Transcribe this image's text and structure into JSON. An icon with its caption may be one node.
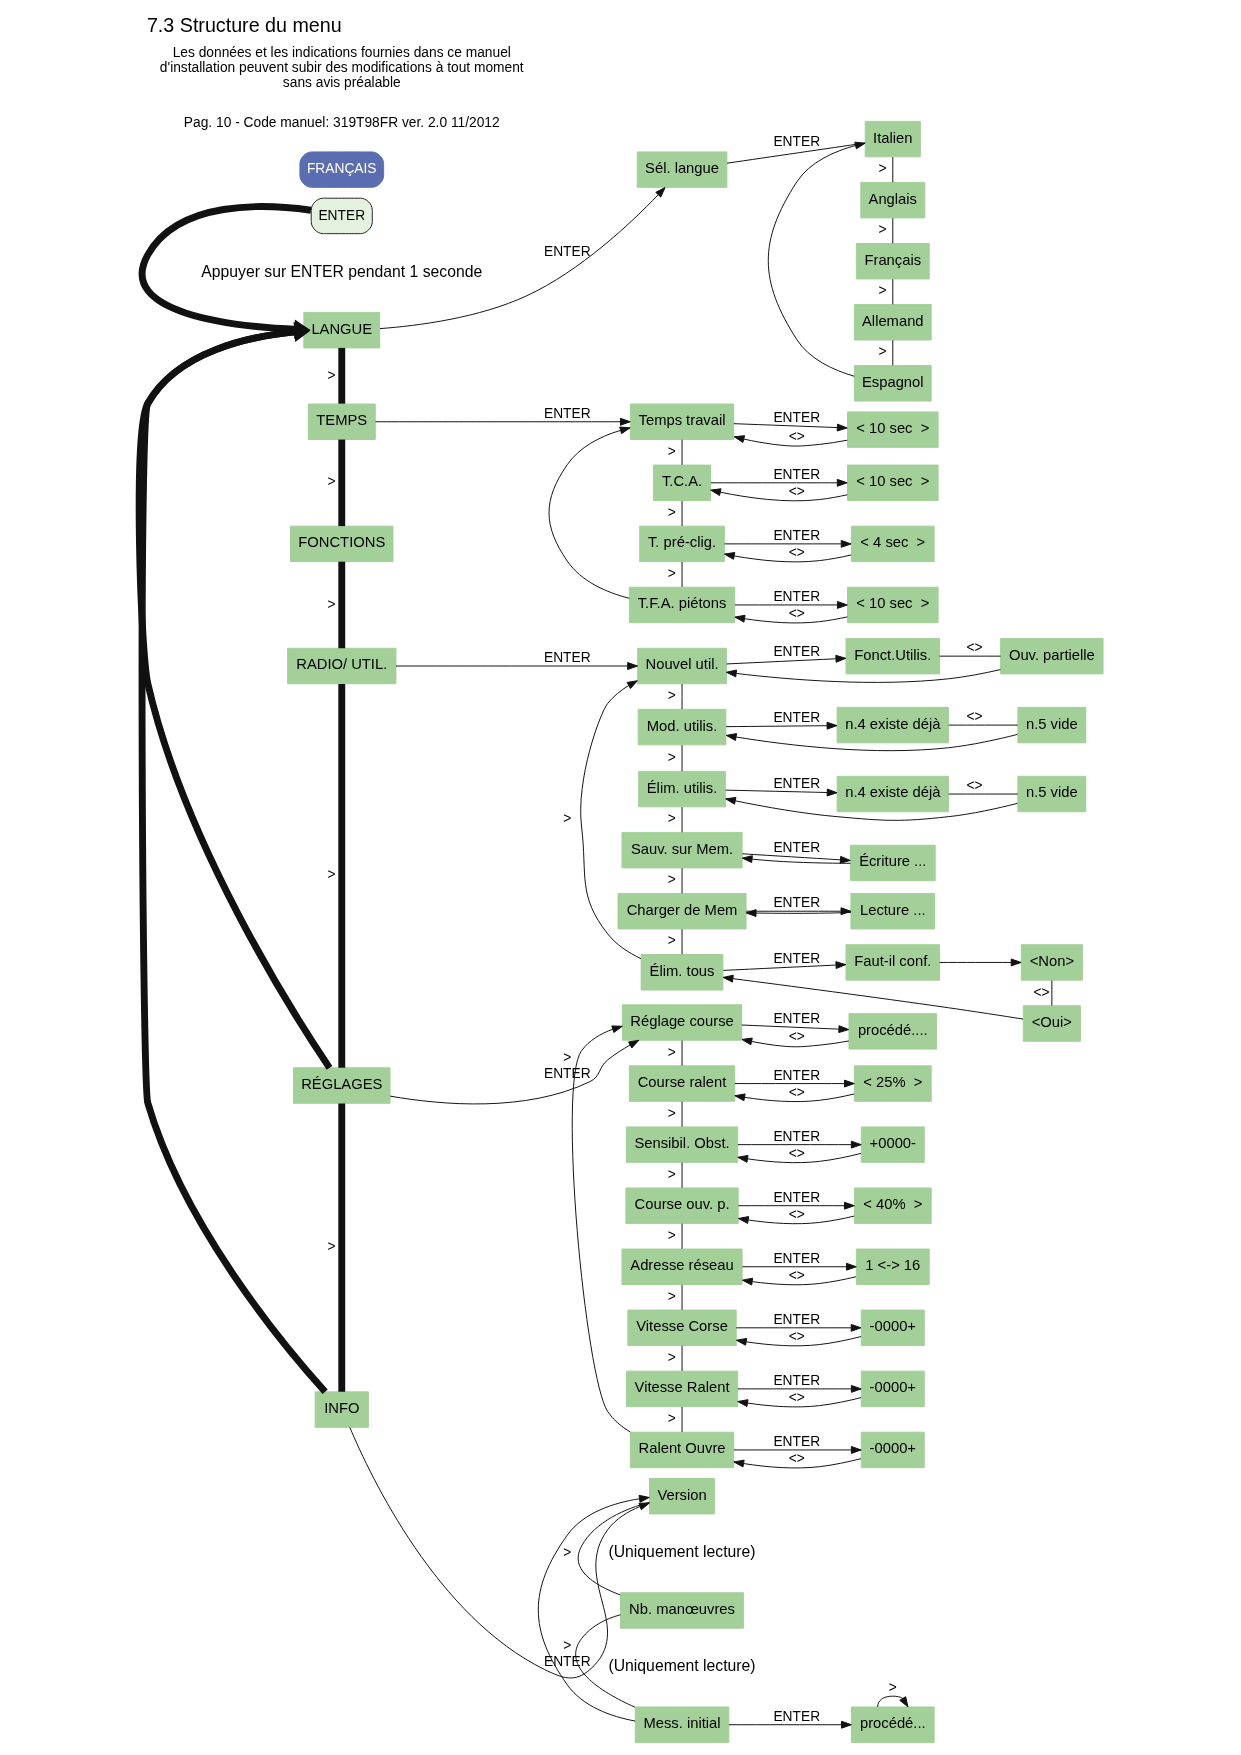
{
  "diagram": {
    "title": "7.3 Structure du menu",
    "nodes": [
      {
        "text": [
          "ENTER"
        ],
        "beside": [
          "Appuyer sur ENTER pendant 1 seconde"
        ]
      },
      {
        "text": [
          "LANGUE"
        ]
      },
      {
        "text": [
          "Sél. langue"
        ]
      },
      {
        "text": [
          "Italien"
        ]
      },
      {
        "text": [
          "Anglais"
        ]
      },
      {
        "text": [
          "Français"
        ]
      },
      {
        "text": [
          "Allemand"
        ]
      },
      {
        "text": [
          "Espagnol"
        ]
      },
      {
        "text": [
          "TEMPS"
        ]
      },
      {
        "text": [
          "Temps travail"
        ]
      },
      {
        "text": [
          "< 10 sec  >"
        ]
      },
      {
        "text": [
          "T.C.A."
        ]
      },
      {
        "text": [
          "< 10 sec  >"
        ]
      },
      {
        "text": [
          "T. pré-clig."
        ]
      },
      {
        "text": [
          "< 4 sec  >"
        ]
      },
      {
        "text": [
          "T.F.A. piétons"
        ]
      },
      {
        "text": [
          "< 10 sec  >"
        ]
      },
      {
        "text": [
          "FONCTIONS"
        ]
      },
      {
        "text": [
          "RADIO/ UTIL."
        ]
      },
      {
        "text": [
          "RÉGLAGES"
        ]
      },
      {
        "text": [
          "Réglage course"
        ]
      },
      {
        "text": [
          "procédé...."
        ]
      },
      {
        "text": [
          "Course ralent"
        ]
      },
      {
        "text": [
          "< 25%  >"
        ]
      },
      {
        "text": [
          "Sensibil. Obst."
        ]
      },
      {
        "text": [
          "+0000-"
        ]
      },
      {
        "text": [
          "Course ouv. p."
        ]
      },
      {
        "text": [
          "< 40%  >"
        ]
      },
      {
        "text": [
          "Adresse réseau"
        ]
      },
      {
        "text": [
          "1 <-> 16"
        ]
      },
      {
        "text": [
          "Vitesse Corse"
        ]
      },
      {
        "text": [
          "-0000+"
        ]
      },
      {
        "text": [
          "Vitesse Ralent"
        ]
      },
      {
        "text": [
          "-0000+"
        ]
      },
      {
        "text": [
          "Ralent Ouvre"
        ]
      },
      {
        "text": [
          "-0000+"
        ]
      },
      {
        "text": [
          "Nouvel util."
        ]
      },
      {
        "text": [
          "Fonct.Utilis."
        ]
      },
      {
        "text": [
          "Ouv. partielle"
        ]
      },
      {
        "text": [
          "Mod. utilis."
        ]
      },
      {
        "text": [
          "n.4 existe déjà"
        ]
      },
      {
        "text": [
          "n.5 vide"
        ]
      },
      {
        "text": [
          "Élim. utilis."
        ]
      },
      {
        "text": [
          "n.4 existe déjà"
        ]
      },
      {
        "text": [
          "n.5 vide"
        ]
      },
      {
        "text": [
          "Sauv. sur Mem."
        ]
      },
      {
        "text": [
          "Écriture ..."
        ]
      },
      {
        "text": [
          "Charger de Mem"
        ]
      },
      {
        "text": [
          "Lecture ..."
        ]
      },
      {
        "text": [
          "Élim. tous"
        ]
      },
      {
        "text": [
          "Faut-il conf."
        ]
      },
      {
        "text": [
          "<Oui>"
        ]
      },
      {
        "text": [
          "<Non>"
        ]
      },
      {
        "text": [
          "INFO"
        ]
      },
      {
        "text": [
          "Version"
        ],
        "beside": [
          "(Uniquement lecture)"
        ]
      },
      {
        "text": [
          "Nb. manœuvres"
        ],
        "beside": [
          "(Uniquement lecture)"
        ]
      },
      {
        "text": [
          "Mess. initial"
        ]
      },
      {
        "text": [
          "procédé..."
        ]
      }
    ],
    "edges": [
      {
        "from": 0,
        "to": 1,
        "arrow": "to",
        "style": "thick"
      },
      {
        "from": 1,
        "to": 8,
        "arrow": "none",
        "label": ">",
        "style": "thick"
      },
      {
        "from": 8,
        "to": 17,
        "arrow": "none",
        "label": ">",
        "style": "thick"
      },
      {
        "from": 17,
        "to": 18,
        "arrow": "none",
        "label": ">",
        "style": "thick"
      },
      {
        "from": 18,
        "to": 19,
        "arrow": "none",
        "label": ">",
        "style": "thick"
      },
      {
        "from": 19,
        "to": 1,
        "arrow": "to",
        "style": "thick"
      },
      {
        "from": 19,
        "to": 53,
        "arrow": "none",
        "label": ">",
        "style": "thick"
      },
      {
        "from": 53,
        "to": 1,
        "arrow": "to",
        "style": "thick"
      },
      {
        "from": 1,
        "to": 2,
        "arrow": "to",
        "label": "ENTER"
      },
      {
        "from": 2,
        "to": 3,
        "arrow": "none",
        "label": "ENTER"
      },
      {
        "from": 3,
        "to": 4,
        "arrow": "none",
        "label": ">"
      },
      {
        "from": 4,
        "to": 5,
        "arrow": "none",
        "label": ">"
      },
      {
        "from": 5,
        "to": 6,
        "arrow": "none",
        "label": ">"
      },
      {
        "from": 6,
        "to": 7,
        "arrow": "none",
        "label": ">"
      },
      {
        "from": 7,
        "to": 3,
        "arrow": "to"
      },
      {
        "from": 8,
        "to": 9,
        "arrow": "to",
        "label": "ENTER"
      },
      {
        "from": 9,
        "to": 11,
        "arrow": "none",
        "label": ">"
      },
      {
        "from": 11,
        "to": 13,
        "arrow": "none",
        "label": ">"
      },
      {
        "from": 13,
        "to": 15,
        "arrow": "none",
        "label": ">"
      },
      {
        "from": 15,
        "to": 9,
        "arrow": "to"
      },
      {
        "from": 9,
        "to": 10,
        "arrow": "to",
        "label": "ENTER"
      },
      {
        "from": 10,
        "to": 9,
        "arrow": "to",
        "label": "<>"
      },
      {
        "from": 11,
        "to": 12,
        "arrow": "to",
        "label": "ENTER"
      },
      {
        "from": 12,
        "to": 11,
        "arrow": "to",
        "label": "<>"
      },
      {
        "from": 13,
        "to": 14,
        "arrow": "to",
        "label": "ENTER"
      },
      {
        "from": 14,
        "to": 13,
        "arrow": "to",
        "label": "<>"
      },
      {
        "from": 15,
        "to": 16,
        "arrow": "to",
        "label": "ENTER"
      },
      {
        "from": 16,
        "to": 15,
        "arrow": "to",
        "label": "<>"
      },
      {
        "from": 19,
        "to": 20,
        "arrow": "to",
        "label": "ENTER"
      },
      {
        "from": 20,
        "to": 22,
        "arrow": "none",
        "label": ">"
      },
      {
        "from": 22,
        "to": 24,
        "arrow": "none",
        "label": ">"
      },
      {
        "from": 24,
        "to": 26,
        "arrow": "none",
        "label": ">"
      },
      {
        "from": 26,
        "to": 28,
        "arrow": "none",
        "label": ">"
      },
      {
        "from": 28,
        "to": 30,
        "arrow": "none",
        "label": ">"
      },
      {
        "from": 30,
        "to": 32,
        "arrow": "none",
        "label": ">"
      },
      {
        "from": 32,
        "to": 34,
        "arrow": "none",
        "label": ">"
      },
      {
        "from": 34,
        "to": 20,
        "arrow": "to",
        "label": ">"
      },
      {
        "from": 20,
        "to": 21,
        "arrow": "to",
        "label": "ENTER"
      },
      {
        "from": 21,
        "to": 20,
        "arrow": "to",
        "label": "<>"
      },
      {
        "from": 22,
        "to": 23,
        "arrow": "to",
        "label": "ENTER"
      },
      {
        "from": 23,
        "to": 22,
        "arrow": "to",
        "label": "<>"
      },
      {
        "from": 24,
        "to": 25,
        "arrow": "to",
        "label": "ENTER"
      },
      {
        "from": 25,
        "to": 24,
        "arrow": "to",
        "label": "<>"
      },
      {
        "from": 26,
        "to": 27,
        "arrow": "to",
        "label": "ENTER"
      },
      {
        "from": 27,
        "to": 26,
        "arrow": "to",
        "label": "<>"
      },
      {
        "from": 28,
        "to": 29,
        "arrow": "to",
        "label": "ENTER"
      },
      {
        "from": 29,
        "to": 28,
        "arrow": "to",
        "label": "<>"
      },
      {
        "from": 30,
        "to": 31,
        "arrow": "to",
        "label": "ENTER"
      },
      {
        "from": 31,
        "to": 30,
        "arrow": "to",
        "label": "<>"
      },
      {
        "from": 32,
        "to": 33,
        "arrow": "to",
        "label": "ENTER"
      },
      {
        "from": 33,
        "to": 32,
        "arrow": "to",
        "label": "<>"
      },
      {
        "from": 34,
        "to": 35,
        "arrow": "to",
        "label": "ENTER"
      },
      {
        "from": 35,
        "to": 34,
        "arrow": "to",
        "label": "<>"
      },
      {
        "from": 18,
        "to": 36,
        "arrow": "to",
        "label": "ENTER"
      },
      {
        "from": 36,
        "to": 39,
        "arrow": "none",
        "label": ">"
      },
      {
        "from": 39,
        "to": 42,
        "arrow": "none",
        "label": ">"
      },
      {
        "from": 42,
        "to": 45,
        "arrow": "none",
        "label": ">"
      },
      {
        "from": 45,
        "to": 47,
        "arrow": "none",
        "label": ">"
      },
      {
        "from": 47,
        "to": 49,
        "arrow": "none",
        "label": ">"
      },
      {
        "from": 49,
        "to": 36,
        "arrow": "to",
        "label": ">"
      },
      {
        "from": 36,
        "to": 37,
        "arrow": "to",
        "label": "ENTER"
      },
      {
        "from": 37,
        "to": 38,
        "arrow": "none",
        "label": "<>"
      },
      {
        "from": 38,
        "to": 36,
        "arrow": "to"
      },
      {
        "from": 39,
        "to": 40,
        "arrow": "to",
        "label": "ENTER"
      },
      {
        "from": 40,
        "to": 41,
        "arrow": "none",
        "label": "<>"
      },
      {
        "from": 41,
        "to": 39,
        "arrow": "to"
      },
      {
        "from": 42,
        "to": 43,
        "arrow": "to",
        "label": "ENTER"
      },
      {
        "from": 43,
        "to": 44,
        "arrow": "none",
        "label": "<>"
      },
      {
        "from": 44,
        "to": 42,
        "arrow": "to"
      },
      {
        "from": 45,
        "to": 46,
        "arrow": "to",
        "label": "ENTER"
      },
      {
        "from": 46,
        "to": 45,
        "arrow": "to"
      },
      {
        "from": 47,
        "to": 48,
        "arrow": "to",
        "label": "ENTER"
      },
      {
        "from": 48,
        "to": 47,
        "arrow": "to"
      },
      {
        "from": 49,
        "to": 50,
        "arrow": "to",
        "label": "ENTER"
      },
      {
        "from": 50,
        "to": 52,
        "arrow": "to"
      },
      {
        "from": 52,
        "to": 51,
        "arrow": "none",
        "label": "<>"
      },
      {
        "from": 51,
        "to": 49,
        "arrow": "to"
      },
      {
        "from": 53,
        "to": 54,
        "arrow": "to",
        "label": "ENTER"
      },
      {
        "from": 54,
        "to": 55,
        "arrow": "none",
        "label": ">"
      },
      {
        "from": 55,
        "to": 56,
        "arrow": "none",
        "label": ">"
      },
      {
        "from": 56,
        "to": 54,
        "arrow": "to"
      },
      {
        "from": 56,
        "to": 57,
        "arrow": "to",
        "label": "ENTER"
      },
      {
        "from": 57,
        "to": 57,
        "arrow": "to",
        "label": ">"
      }
    ],
    "labels": [
      "FRANÇAIS",
      "Pag. 10 - Code manuel: 319T98FR ver. 2.0 11/2012",
      "Les données et les indications fournies dans ce manuel d'installation peuvent subir des modifications à tout moment sans avis préalable"
    ]
  }
}
